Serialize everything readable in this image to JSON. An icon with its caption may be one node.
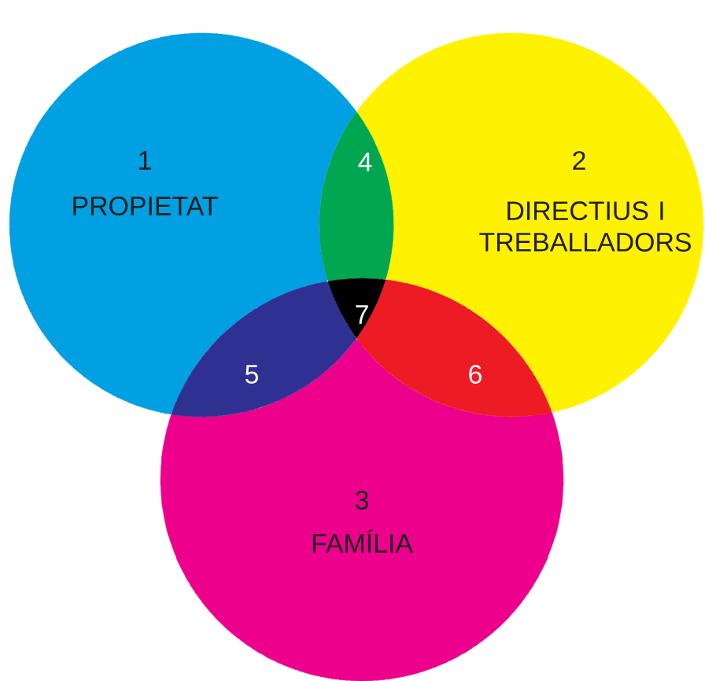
{
  "diagram": {
    "nodes": [
      {
        "text": [
          "1",
          "PROPIETAT"
        ]
      },
      {
        "text": [
          "4"
        ]
      },
      {
        "text": [
          "2",
          "DIRECTIUS I TREBALLADORS"
        ]
      },
      {
        "text": [
          "7"
        ]
      },
      {
        "text": [
          "5"
        ]
      },
      {
        "text": [
          "6"
        ]
      },
      {
        "text": [
          "3",
          "FAMÍLIA"
        ]
      }
    ]
  }
}
